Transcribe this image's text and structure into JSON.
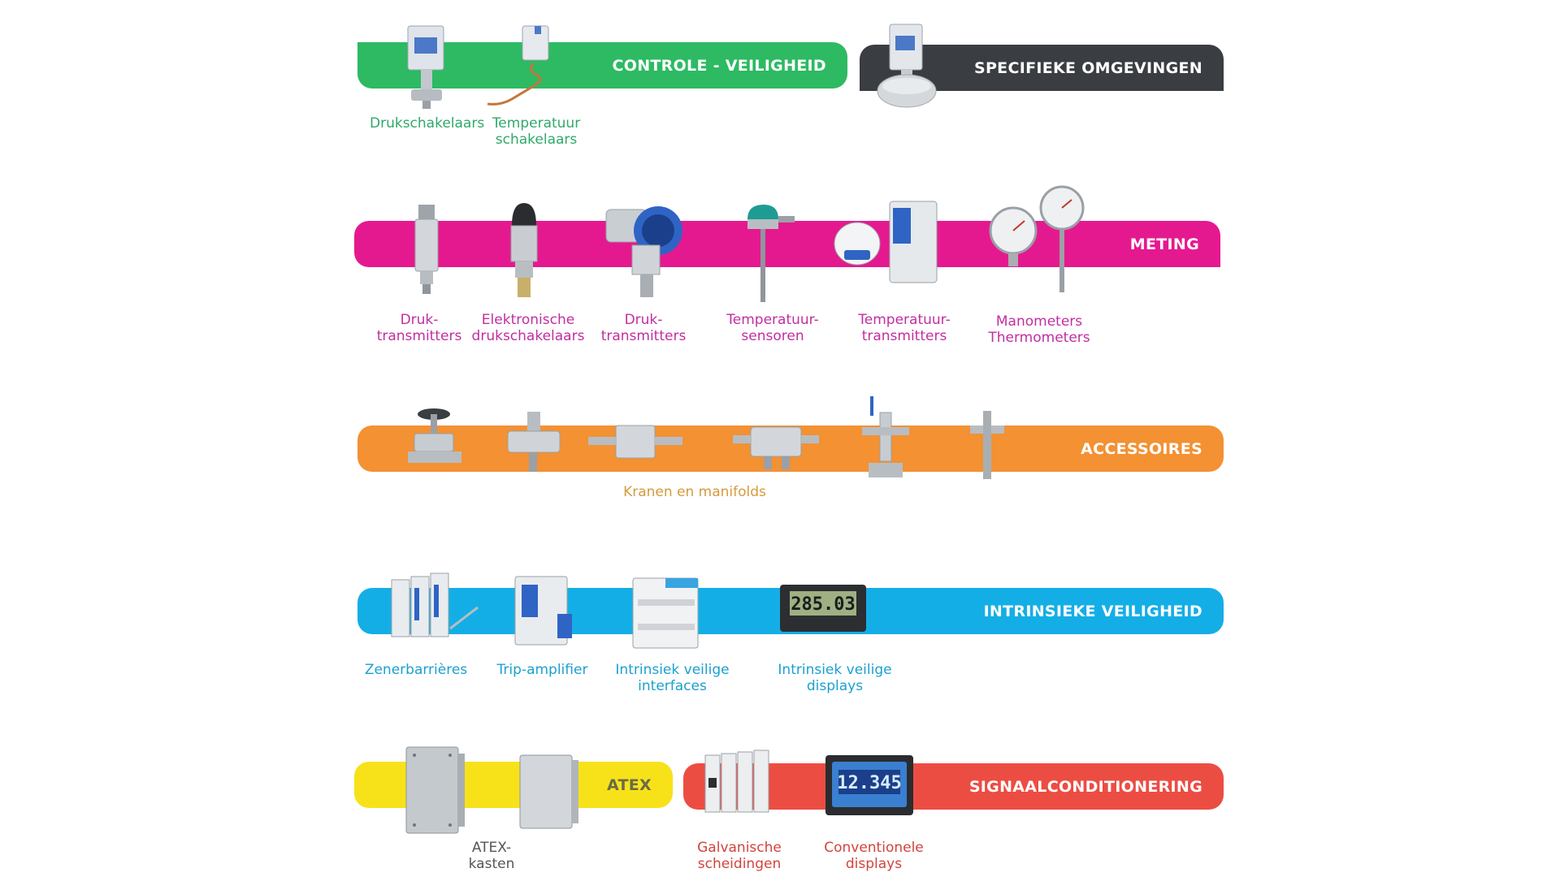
{
  "bands": {
    "controle": {
      "title": "CONTROLE - VEILIGHEID",
      "color": "#2dba63"
    },
    "specifiek": {
      "title": "SPECIFIEKE OMGEVINGEN",
      "color": "#3a3d41"
    },
    "meting": {
      "title": "METING",
      "color": "#e5198f"
    },
    "accessoires": {
      "title": "ACCESSOIRES",
      "color": "#f39133"
    },
    "intrinsiek": {
      "title": "INTRINSIEKE VEILIGHEID",
      "color": "#14aee6"
    },
    "atex": {
      "title": "ATEX",
      "color": "#f7e21a",
      "title_color": "#6b6b45"
    },
    "signaal": {
      "title": "SIGNAALCONDITIONERING",
      "color": "#ec4d43"
    }
  },
  "labels": {
    "drukschakelaars": "Drukschakelaars",
    "temperatuur_schakelaars": "Temperatuur\nschakelaars",
    "druk_transmitters_1": "Druk-\ntransmitters",
    "elektronische_drukschakelaars": "Elektronische\ndrukschakelaars",
    "druk_transmitters_2": "Druk-\ntransmitters",
    "temperatuur_sensoren": "Temperatuur-\nsensoren",
    "temperatuur_transmitters": "Temperatuur-\ntransmitters",
    "manometers_thermometers": "Manometers\nThermometers",
    "kranen_manifolds": "Kranen en manifolds",
    "zenerbarrieres": "Zenerbarrières",
    "trip_amplifier": "Trip-amplifier",
    "intrinsiek_interfaces": "Intrinsiek veilige\ninterfaces",
    "intrinsiek_displays": "Intrinsiek veilige\ndisplays",
    "atex_kasten": "ATEX-\nkasten",
    "galvanische_scheidingen": "Galvanische\nscheidingen",
    "conventionele_displays": "Conventionele\ndisplays"
  },
  "displays": {
    "intrinsiek_readout": "285.03",
    "conventioneel_readout": "12.345"
  },
  "icons": [
    "pressure-switch-icon",
    "temperature-switch-icon",
    "pressure-switch-flange-icon",
    "pressure-transmitter-icon",
    "electronic-pressure-switch-icon",
    "pressure-transmitter-head-icon",
    "temperature-sensor-icon",
    "temperature-transmitter-icon",
    "manometer-icon",
    "valve-icon",
    "manifold-icon",
    "zener-barrier-icon",
    "trip-amplifier-icon",
    "interface-module-icon",
    "panel-display-icon",
    "atex-box-icon",
    "isolator-module-icon"
  ]
}
